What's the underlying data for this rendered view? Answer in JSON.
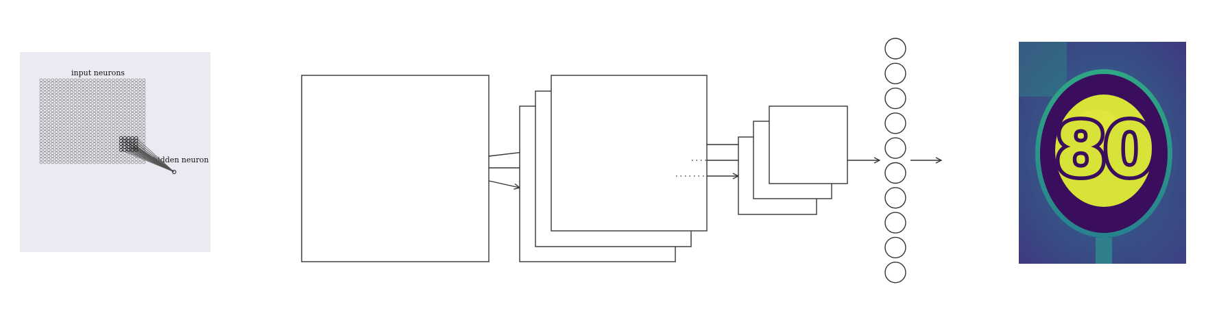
{
  "receptive_panel": {
    "input_label": "input neurons",
    "hidden_label": "hidden neuron",
    "grid_cols": 28,
    "grid_rows": 28,
    "field_size": 5,
    "background_color": "#eaeaf2"
  },
  "network": {
    "feature_maps_layer1": 3,
    "feature_maps_layer2": 3,
    "output_neurons": 10
  },
  "output_image": {
    "subject": "speed-limit-80-sign",
    "text": "80",
    "colormap": [
      "#440154",
      "#31688e",
      "#35b779",
      "#fde725"
    ]
  }
}
